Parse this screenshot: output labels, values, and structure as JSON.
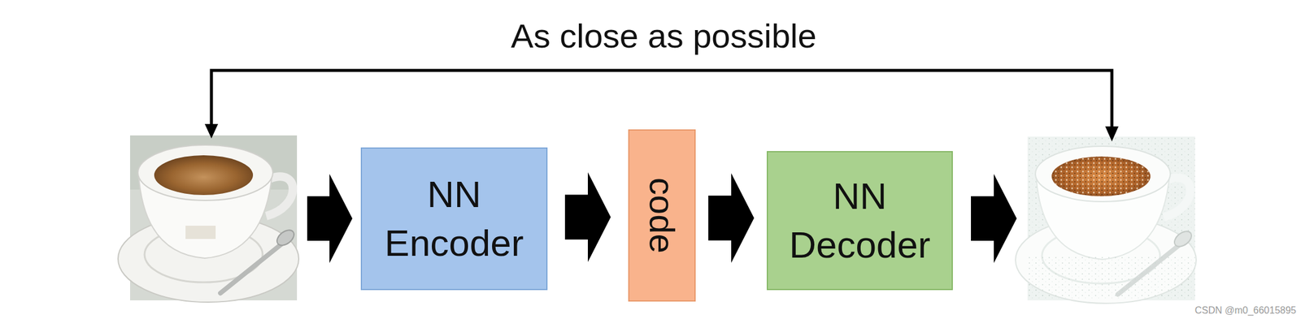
{
  "diagram": {
    "nodes": [
      {
        "text": [
          "NN Encoder"
        ]
      },
      {
        "text": [
          "code"
        ]
      },
      {
        "text": [
          "NN Decoder"
        ]
      }
    ],
    "edges": [
      {
        "from": 0,
        "to": 1,
        "arrow": "to"
      },
      {
        "from": 1,
        "to": 2,
        "arrow": "to"
      }
    ],
    "labels": [
      "As close as possible",
      "CSDN @m0_66015895"
    ]
  }
}
